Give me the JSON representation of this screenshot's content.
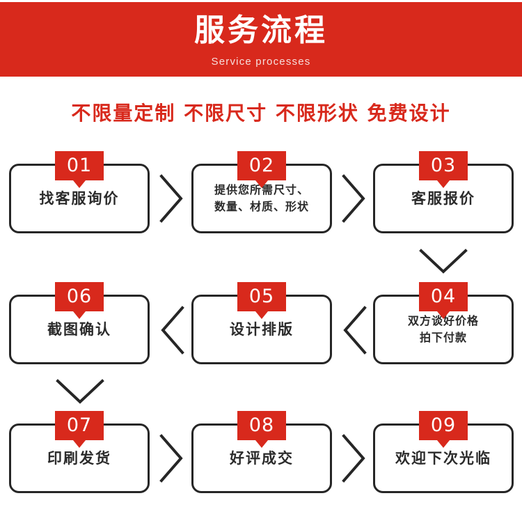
{
  "header": {
    "title": "服务流程",
    "subtitle": "Service processes",
    "band_color": "#d8291c"
  },
  "tagline": {
    "text": "不限量定制 不限尺寸 不限形状 免费设计",
    "color": "#d8291c"
  },
  "colors": {
    "accent_red": "#d8291c",
    "box_border": "#262626",
    "text_dark": "#2b2b2b",
    "background": "#ffffff"
  },
  "steps": [
    {
      "number": "01",
      "label": "找客服询价"
    },
    {
      "number": "02",
      "label": "提供您所需尺寸、\n数量、材质、形状"
    },
    {
      "number": "03",
      "label": "客服报价"
    },
    {
      "number": "04",
      "label": "双方谈好价格\n拍下付款"
    },
    {
      "number": "05",
      "label": "设计排版"
    },
    {
      "number": "06",
      "label": "截图确认"
    },
    {
      "number": "07",
      "label": "印刷发货"
    },
    {
      "number": "08",
      "label": "好评成交"
    },
    {
      "number": "09",
      "label": "欢迎下次光临"
    }
  ],
  "connectors": [
    {
      "name": "chevron-right-01-to-02",
      "direction": "right"
    },
    {
      "name": "chevron-right-02-to-03",
      "direction": "right"
    },
    {
      "name": "chevron-down-03-to-04",
      "direction": "down"
    },
    {
      "name": "chevron-left-04-to-05",
      "direction": "left"
    },
    {
      "name": "chevron-left-05-to-06",
      "direction": "left"
    },
    {
      "name": "chevron-down-06-to-07",
      "direction": "down"
    },
    {
      "name": "chevron-right-07-to-08",
      "direction": "right"
    },
    {
      "name": "chevron-right-08-to-09",
      "direction": "right"
    }
  ]
}
